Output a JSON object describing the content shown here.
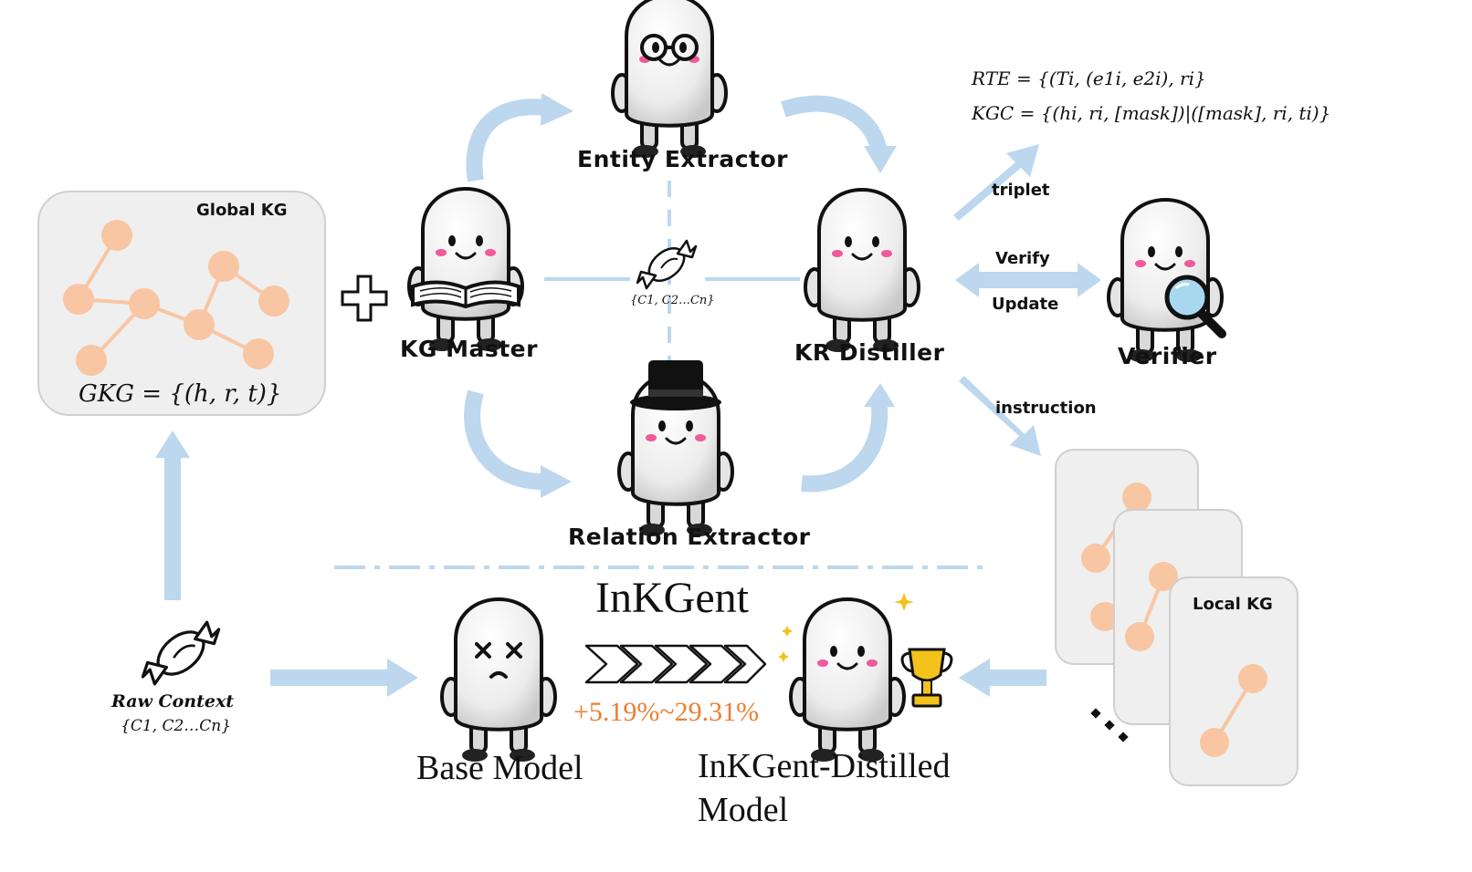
{
  "agents": {
    "entity_extractor": "Entity Extractor",
    "kg_master": "KG Master",
    "kr_distiller": "KR Distiller",
    "relation_extractor": "Relation Extractor",
    "verifier": "Verifier"
  },
  "global_kg": {
    "title": "Global KG",
    "formula": "GKG = {(h, r, t)}"
  },
  "local_kg": {
    "title": "Local KG"
  },
  "chunks": {
    "center": "{C1, C2…Cn}"
  },
  "formulas": {
    "rte": "RTE = {(Ti, (e1i, e2i), ri}",
    "kgc": "KGC = {(hi, ri, [mask])|([mask], ri, ti)}"
  },
  "edges": {
    "triplet": "triplet",
    "verify": "Verify",
    "update": "Update",
    "instruction": "instruction"
  },
  "raw_context": {
    "label": "Raw Context",
    "chunks": "{C1, C2…Cn}"
  },
  "bottom": {
    "framework": "InKGent",
    "base_model": "Base Model",
    "distilled_model_line1": "InKGent-Distilled",
    "distilled_model_line2": "Model",
    "improvement": "+5.19%~29.31%"
  },
  "colors": {
    "arrow": "#bcd7ee",
    "node": "#f8c6a3",
    "panel": "#efefef",
    "accent": "#ed7d31",
    "cheek": "#f05a9a"
  },
  "icons": [
    "candy-icon",
    "plus-icon",
    "glasses-icon",
    "book-icon",
    "top-hat-icon",
    "magnifier-icon",
    "trophy-icon",
    "dizzy-face-icon",
    "chevron-arrows-icon",
    "ellipsis-icon"
  ]
}
